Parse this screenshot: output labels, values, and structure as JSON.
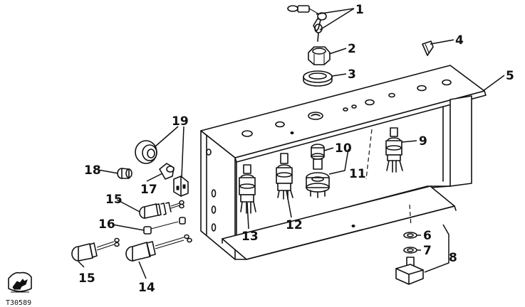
{
  "diagram": {
    "catalog_number": "T30589",
    "callouts": [
      {
        "id": "1",
        "label": "1"
      },
      {
        "id": "2",
        "label": "2"
      },
      {
        "id": "3",
        "label": "3"
      },
      {
        "id": "4",
        "label": "4"
      },
      {
        "id": "5",
        "label": "5"
      },
      {
        "id": "6",
        "label": "6"
      },
      {
        "id": "7",
        "label": "7"
      },
      {
        "id": "8",
        "label": "8"
      },
      {
        "id": "9",
        "label": "9"
      },
      {
        "id": "10",
        "label": "10"
      },
      {
        "id": "11",
        "label": "11"
      },
      {
        "id": "12",
        "label": "12"
      },
      {
        "id": "13",
        "label": "13"
      },
      {
        "id": "14",
        "label": "14"
      },
      {
        "id": "15a",
        "label": "15"
      },
      {
        "id": "15b",
        "label": "15"
      },
      {
        "id": "16",
        "label": "16"
      },
      {
        "id": "17",
        "label": "17"
      },
      {
        "id": "18",
        "label": "18"
      },
      {
        "id": "19",
        "label": "19"
      }
    ],
    "logo_icon": "deer-logo-icon"
  }
}
